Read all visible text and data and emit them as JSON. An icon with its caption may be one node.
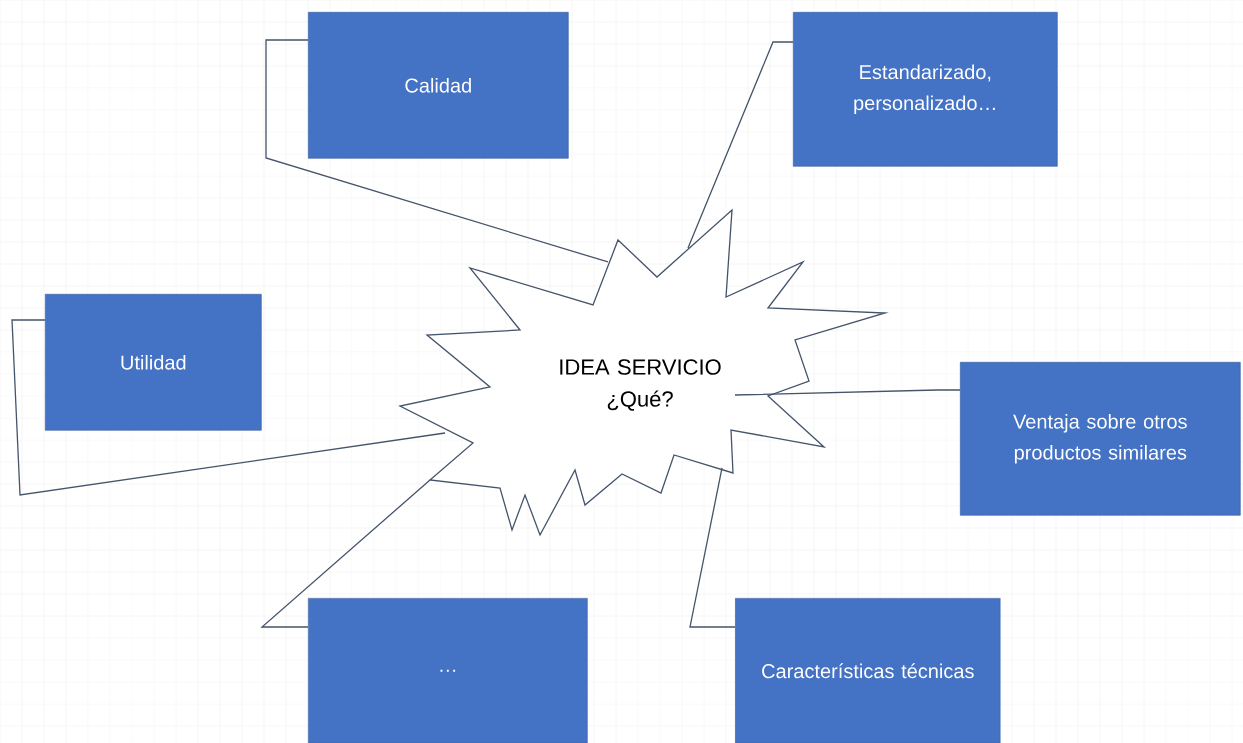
{
  "diagram": {
    "nodes": [
      {
        "text": [
          "IDEA SERVICIO ¿Qué?"
        ]
      },
      {
        "text": [
          "Calidad"
        ]
      },
      {
        "text": [
          "Estandarizado, personalizado…"
        ]
      },
      {
        "text": [
          "Utilidad"
        ]
      },
      {
        "text": [
          "Ventaja sobre otros productos similares"
        ]
      },
      {
        "text": [
          "…"
        ]
      },
      {
        "text": [
          "Características técnicas"
        ]
      }
    ],
    "edges": [
      {
        "from": 0,
        "to": 1,
        "arrow": "none"
      },
      {
        "from": 0,
        "to": 2,
        "arrow": "none"
      },
      {
        "from": 0,
        "to": 3,
        "arrow": "none"
      },
      {
        "from": 0,
        "to": 4,
        "arrow": "none"
      },
      {
        "from": 0,
        "to": 5,
        "arrow": "none"
      },
      {
        "from": 0,
        "to": 6,
        "arrow": "none"
      }
    ]
  }
}
